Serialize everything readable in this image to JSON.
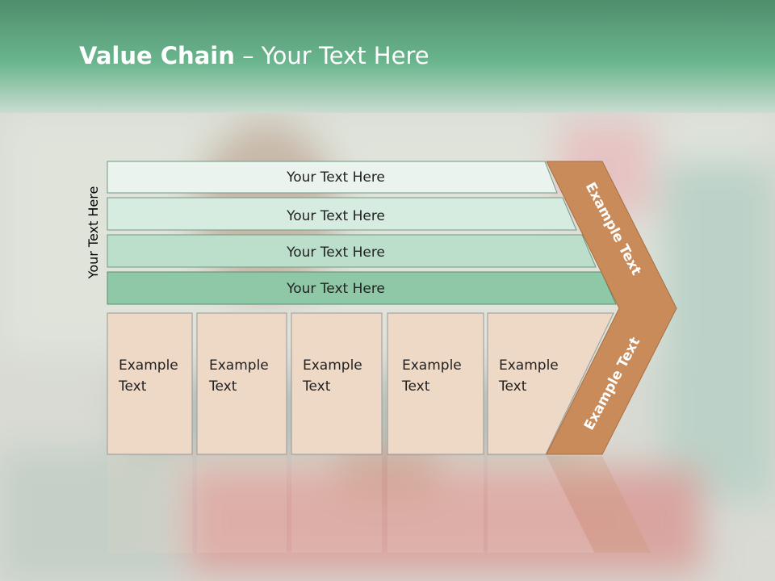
{
  "title": {
    "bold": "Value Chain",
    "rest": " – Your Text Here"
  },
  "side_label": "Your Text Here",
  "bands": [
    {
      "label": "Your Text Here",
      "fill": "#eaf3ee"
    },
    {
      "label": "Your Text Here",
      "fill": "#d6ece0"
    },
    {
      "label": "Your Text Here",
      "fill": "#bcdfcb"
    },
    {
      "label": "Your Text Here",
      "fill": "#8ec8a6"
    }
  ],
  "columns": [
    {
      "line1": "Example",
      "line2": "Text"
    },
    {
      "line1": "Example",
      "line2": "Text"
    },
    {
      "line1": "Example",
      "line2": "Text"
    },
    {
      "line1": "Example",
      "line2": "Text"
    },
    {
      "line1": "Example",
      "line2": "Text"
    }
  ],
  "chevron": {
    "upper": "Example Text",
    "lower": "Example Text",
    "fill": "#c98b5a"
  },
  "colors": {
    "header": "#5fa882",
    "column_fill": "#eed8c6",
    "column_stroke": "#9a9a9a"
  }
}
